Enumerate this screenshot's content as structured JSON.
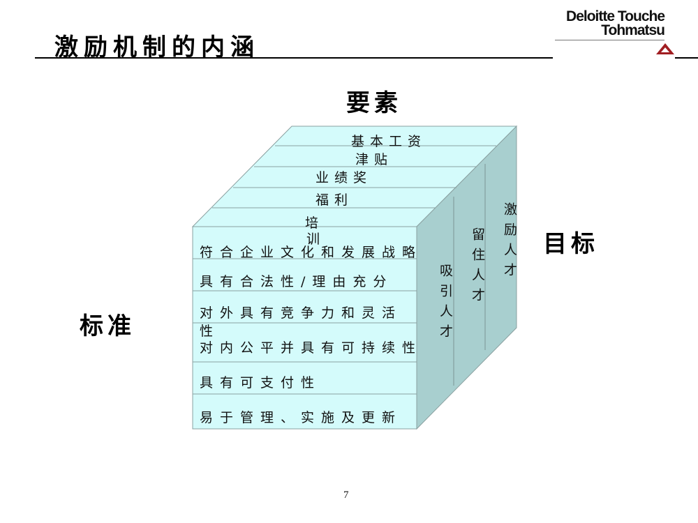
{
  "slide": {
    "title": "激励机制的内涵",
    "page_number": "7"
  },
  "logo": {
    "line1": "Deloitte Touche",
    "line2": "Tohmatsu",
    "icon": "deloitte-triangle-icon",
    "icon_color": "#a11e22"
  },
  "labels": {
    "top": "要素",
    "right": "目标",
    "left": "标准"
  },
  "cube": {
    "front_color": "#d4fbfb",
    "side_color": "#a8cfcf",
    "edge_color": "#8aa0a0",
    "top_items": [
      "基本工资",
      "津贴",
      "业绩奖",
      "福利",
      "培",
      "训"
    ],
    "front_items": [
      "符合企业文化和发展战略",
      "具有合法性/理由充分",
      "对外具有竞争力和灵活",
      "性",
      "对内公平并具有可持续性",
      "具有可支付性",
      "易于管理、实施及更新"
    ],
    "side_items": [
      "激励人才",
      "留住人才",
      "吸引人才"
    ]
  }
}
